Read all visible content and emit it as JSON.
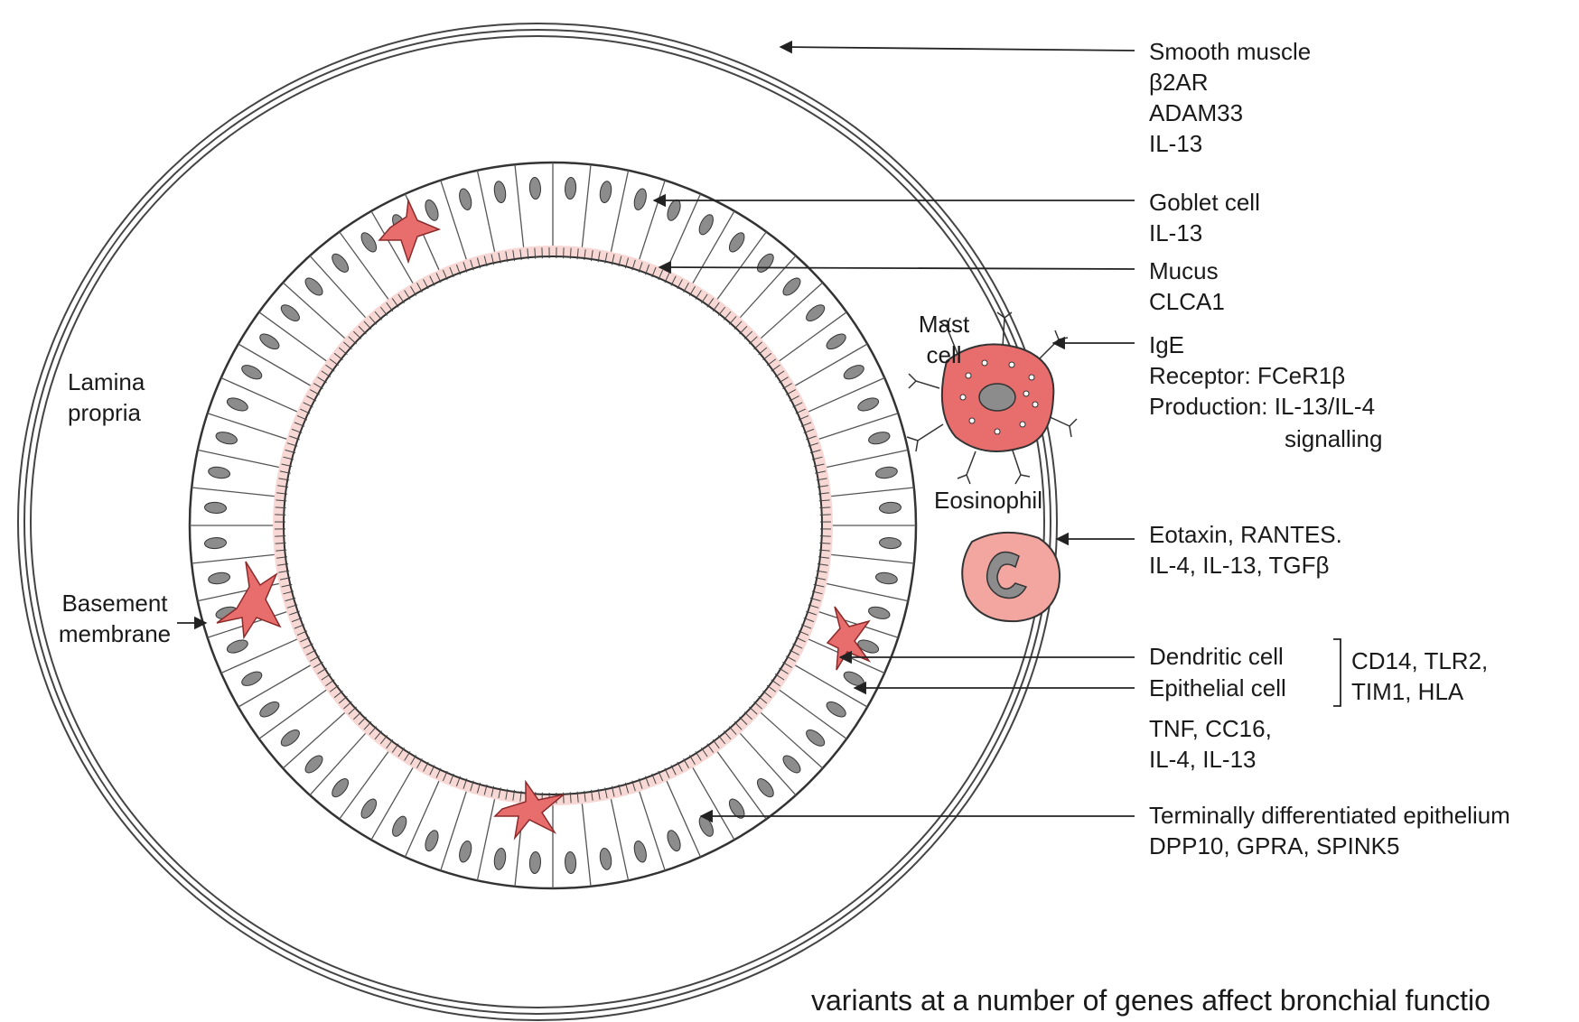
{
  "labels": {
    "smooth_muscle": [
      "Smooth muscle",
      "β2AR",
      "ADAM33",
      "IL-13"
    ],
    "goblet": [
      "Goblet cell",
      "IL-13"
    ],
    "mucus": [
      "Mucus",
      "CLCA1"
    ],
    "ige": [
      "IgE",
      "Receptor: FCeR1β",
      "Production: IL-13/IL-4"
    ],
    "ige_cont": "signalling",
    "eotaxin": [
      "Eotaxin, RANTES.",
      "IL-4, IL-13, TGFβ"
    ],
    "dendritic": "Dendritic cell",
    "epithelial": "Epithelial cell",
    "group": [
      "CD14, TLR2,",
      "TIM1, HLA"
    ],
    "tnf": [
      "TNF, CC16,",
      "IL-4, IL-13"
    ],
    "terminal": [
      "Terminally differentiated epithelium",
      "DPP10, GPRA, SPINK5"
    ],
    "lamina": [
      "Lamina",
      "propria"
    ],
    "basement": [
      "Basement",
      "membrane"
    ],
    "mast": [
      "Mast",
      "cell"
    ],
    "eosinophil": "Eosinophil",
    "caption": "variants at a number of genes affect bronchial functio"
  },
  "colors": {
    "line": "#333333",
    "cell_pink": "#e86e6e",
    "cell_pink_light": "#f3a5a0",
    "mucus_pink": "#f7d8d5",
    "nucleus": "#8c8c8c"
  }
}
